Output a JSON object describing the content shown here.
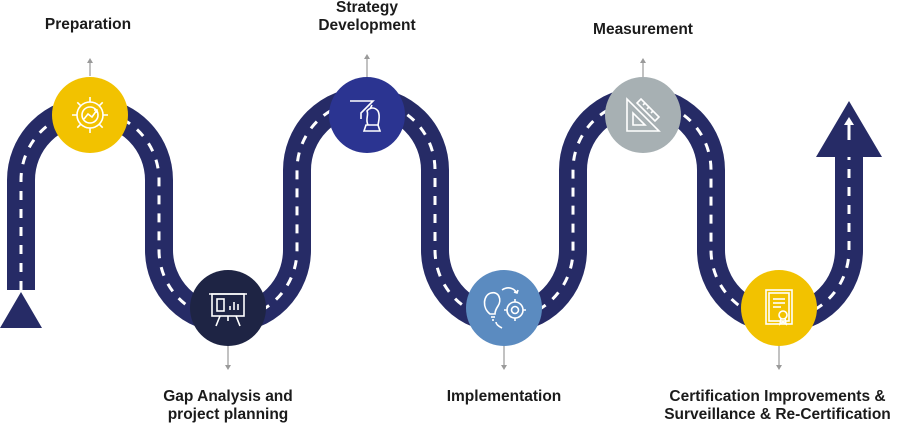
{
  "steps": [
    {
      "id": "preparation",
      "label_lines": [
        "Preparation"
      ],
      "color": "#F2C200",
      "icon": "gear-chart-icon"
    },
    {
      "id": "gap-analysis",
      "label_lines": [
        "Gap Analysis and",
        "project planning"
      ],
      "color": "#1E2444",
      "icon": "presentation-board-icon"
    },
    {
      "id": "strategy",
      "label_lines": [
        "Strategy",
        "Development"
      ],
      "color": "#2B3491",
      "icon": "chess-knight-icon"
    },
    {
      "id": "implementation",
      "label_lines": [
        "Implementation"
      ],
      "color": "#5B8BC0",
      "icon": "lightbulb-gear-icon"
    },
    {
      "id": "measurement",
      "label_lines": [
        "Measurement"
      ],
      "color": "#A7B0B3",
      "icon": "ruler-triangle-icon"
    },
    {
      "id": "certification",
      "label_lines": [
        "Certification Improvements &",
        "Surveillance & Re-Certification"
      ],
      "color": "#F2C200",
      "icon": "certificate-icon"
    }
  ],
  "road": {
    "color": "#262B66",
    "dash_color": "#FFFFFF",
    "connector_color": "#9A9A9A"
  }
}
